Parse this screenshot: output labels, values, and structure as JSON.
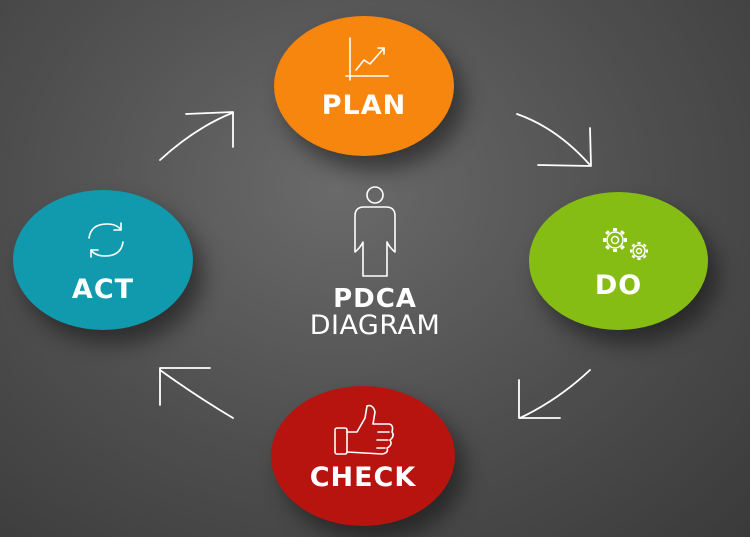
{
  "diagram": {
    "center_title": "PDCA",
    "center_subtitle": "DIAGRAM",
    "steps": [
      {
        "id": "plan",
        "label": "PLAN",
        "color": "#f7860f",
        "icon": "chart-up-icon"
      },
      {
        "id": "do",
        "label": "DO",
        "color": "#86bd14",
        "icon": "gears-icon"
      },
      {
        "id": "check",
        "label": "CHECK",
        "color": "#b7140f",
        "icon": "thumbs-up-icon"
      },
      {
        "id": "act",
        "label": "ACT",
        "color": "#1199ae",
        "icon": "cycle-arrows-icon"
      }
    ],
    "center_icon": "person-icon",
    "arrow_color": "#ffffff"
  }
}
